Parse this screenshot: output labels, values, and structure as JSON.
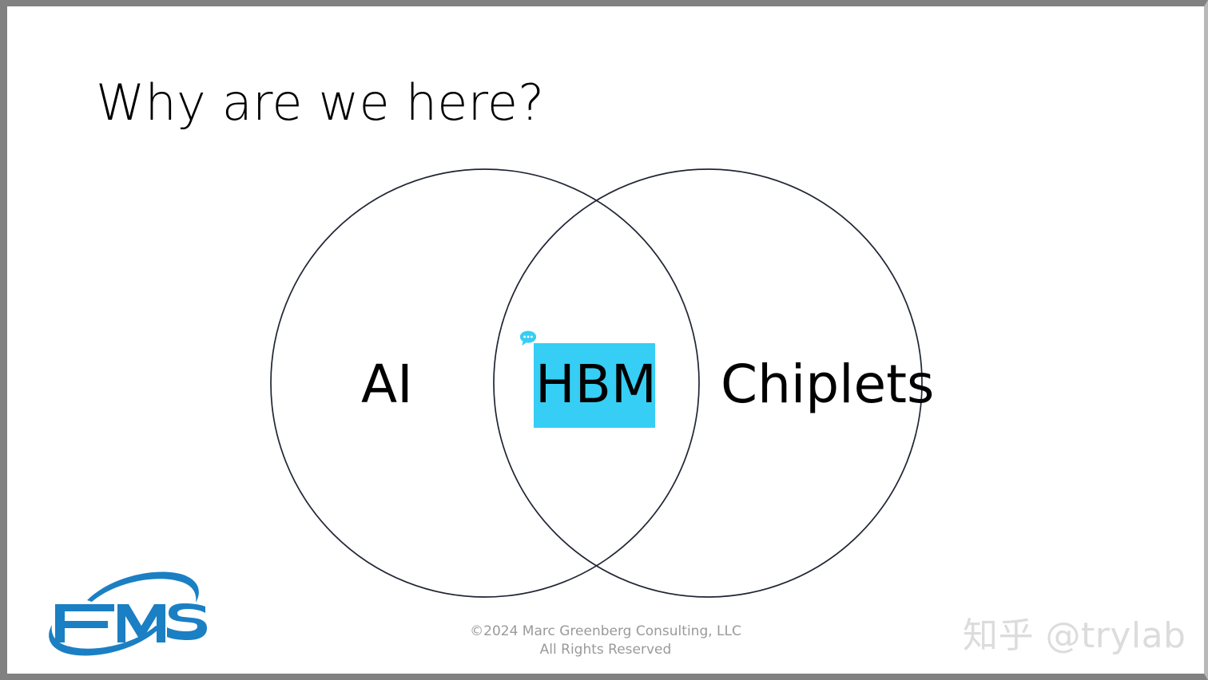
{
  "slide": {
    "title": "Why are we here?",
    "background_color": "#ffffff",
    "frame_border_color": "#818181"
  },
  "venn": {
    "circle_stroke_color": "#1f2533",
    "left_circle": {
      "label": "AI"
    },
    "right_circle": {
      "label": "Chiplets"
    },
    "intersection": {
      "label": "HBM",
      "highlight_color": "#36CEF4",
      "has_comment_marker": true,
      "comment_icon": "comment-bubble-icon"
    }
  },
  "footer": {
    "copyright": "©2024 Marc Greenberg Consulting, LLC",
    "rights": "All Rights Reserved",
    "text_color": "#9a9a9a"
  },
  "logo": {
    "name": "fms-logo",
    "text": "FMS",
    "color": "#1B7FC3"
  },
  "watermark": {
    "text": "知乎 @trylab",
    "color": "#dcdcdc"
  }
}
